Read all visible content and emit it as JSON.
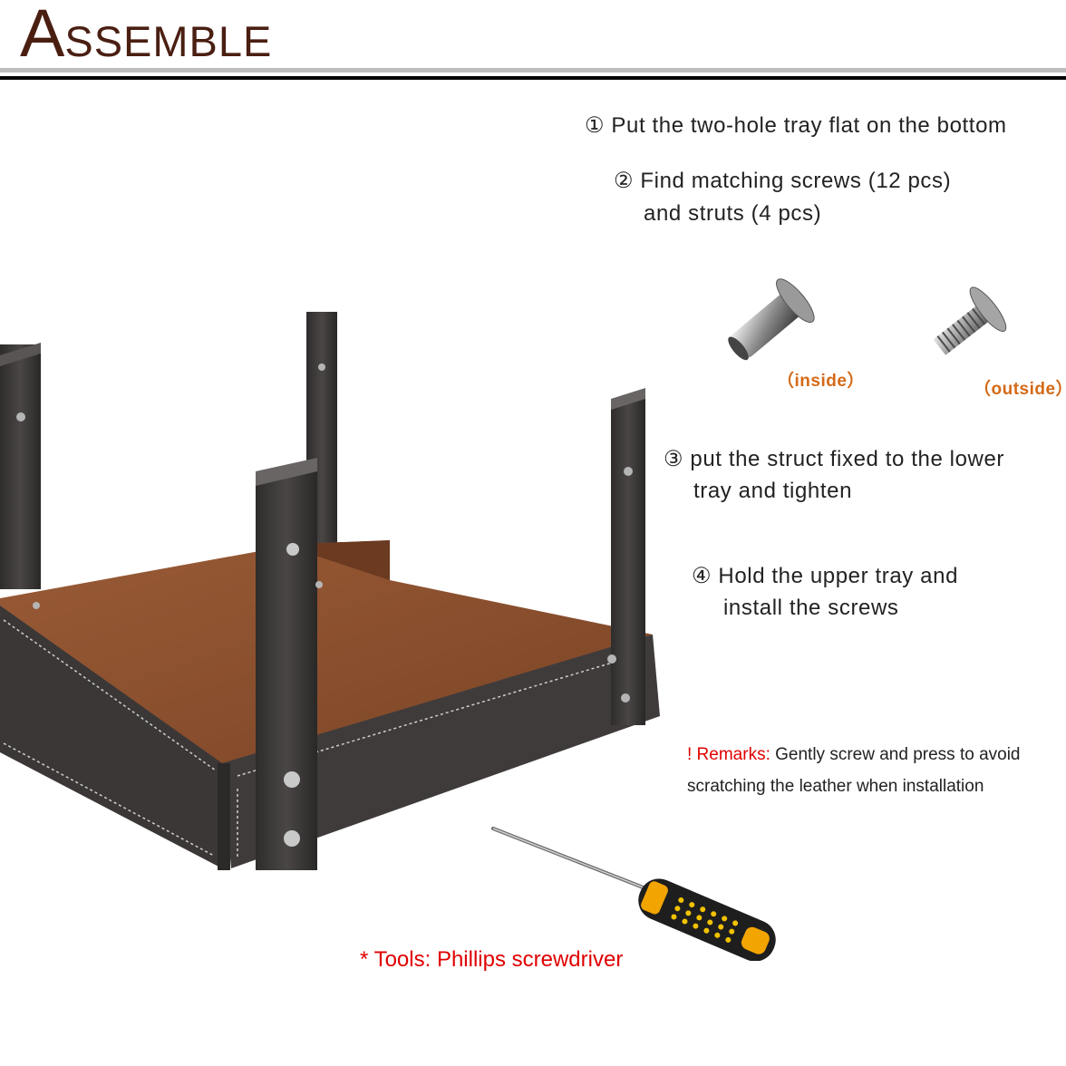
{
  "header": {
    "title_initial": "A",
    "title_rest": "SSEMBLE"
  },
  "steps": {
    "step1": "① Put the two-hole tray flat on the bottom",
    "step2_line1": "② Find matching screws (12 pcs)",
    "step2_line2": "and struts (4 pcs)",
    "step3_line1": "③ put the struct fixed to the lower",
    "step3_line2": "tray and tighten",
    "step4_line1": "④ Hold the upper tray and",
    "step4_line2": "install the screws"
  },
  "screws": {
    "inside_label": "（inside）",
    "outside_label": "（outside）"
  },
  "remarks": {
    "prefix": "! Remarks:",
    "line1": " Gently screw and press to avoid",
    "line2": "scratching the leather when installation"
  },
  "tools": {
    "text": "* Tools: Phillips screwdriver"
  },
  "colors": {
    "title": "#4a1f12",
    "accent_orange": "#d46a17",
    "remark_red": "#e00000",
    "leather": "#3d3838",
    "suede": "#8a4f2e"
  }
}
